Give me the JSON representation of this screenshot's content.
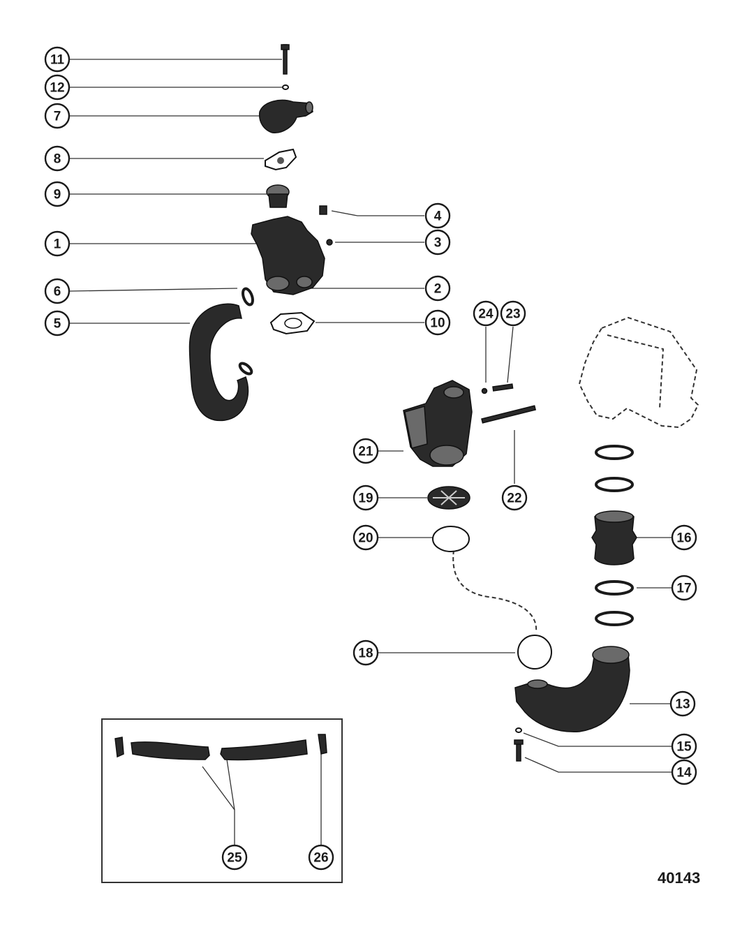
{
  "callouts": {
    "c11": "11",
    "c12": "12",
    "c7": "7",
    "c8": "8",
    "c9": "9",
    "c1": "1",
    "c6": "6",
    "c5": "5",
    "c4": "4",
    "c3": "3",
    "c2": "2",
    "c10": "10",
    "c24": "24",
    "c23": "23",
    "c21": "21",
    "c22": "22",
    "c19": "19",
    "c20": "20",
    "c18": "18",
    "c16": "16",
    "c17": "17",
    "c13": "13",
    "c15": "15",
    "c14": "14",
    "c25": "25",
    "c26": "26"
  },
  "figure_number": "40143"
}
